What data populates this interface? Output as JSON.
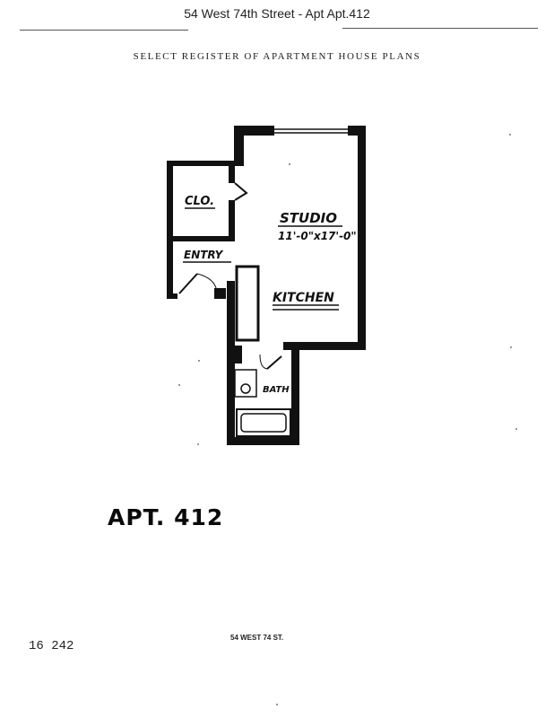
{
  "header": {
    "title": "54 West 74th Street - Apt Apt.412"
  },
  "register": {
    "title": "SELECT REGISTER OF APARTMENT HOUSE PLANS"
  },
  "plan": {
    "rooms": {
      "closet": "CLO.",
      "studio": "STUDIO",
      "studio_dims": "11'-0\"x17'-0\"",
      "entry": "ENTRY",
      "kitchen": "KITCHEN",
      "bath": "BATH"
    }
  },
  "apartment": {
    "label": "APT. 412"
  },
  "footer": {
    "address": "54 WEST 74 ST.",
    "page_code": "16 242"
  }
}
